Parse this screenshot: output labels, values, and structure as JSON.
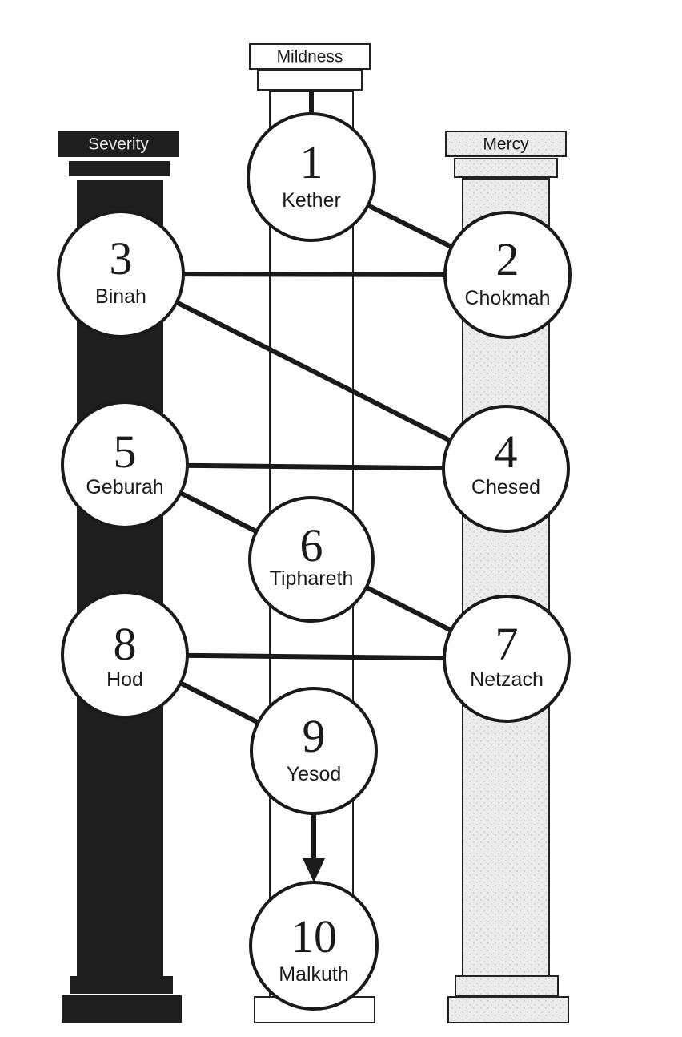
{
  "pillars": {
    "severity": {
      "label": "Severity",
      "color": "#1e1e1e",
      "text_color": "#e8e8e8"
    },
    "mildness": {
      "label": "Mildness",
      "color": "#ffffff",
      "text_color": "#1a1a1a"
    },
    "mercy": {
      "label": "Mercy",
      "color": "#e9e9e9",
      "text_color": "#1a1a1a"
    }
  },
  "sephiroth": [
    {
      "id": "kether",
      "number": "1",
      "name": "Kether"
    },
    {
      "id": "chokmah",
      "number": "2",
      "name": "Chokmah"
    },
    {
      "id": "binah",
      "number": "3",
      "name": "Binah"
    },
    {
      "id": "chesed",
      "number": "4",
      "name": "Chesed"
    },
    {
      "id": "geburah",
      "number": "5",
      "name": "Geburah"
    },
    {
      "id": "tiphareth",
      "number": "6",
      "name": "Tiphareth"
    },
    {
      "id": "netzach",
      "number": "7",
      "name": "Netzach"
    },
    {
      "id": "hod",
      "number": "8",
      "name": "Hod"
    },
    {
      "id": "yesod",
      "number": "9",
      "name": "Yesod"
    },
    {
      "id": "malkuth",
      "number": "10",
      "name": "Malkuth"
    }
  ],
  "paths": [
    {
      "from": "kether",
      "to": "chokmah"
    },
    {
      "from": "binah",
      "to": "chokmah"
    },
    {
      "from": "binah",
      "to": "chesed"
    },
    {
      "from": "geburah",
      "to": "chesed"
    },
    {
      "from": "geburah",
      "to": "tiphareth"
    },
    {
      "from": "tiphareth",
      "to": "netzach"
    },
    {
      "from": "hod",
      "to": "netzach"
    },
    {
      "from": "hod",
      "to": "yesod"
    },
    {
      "from": "yesod",
      "to": "malkuth",
      "arrow": true
    }
  ]
}
